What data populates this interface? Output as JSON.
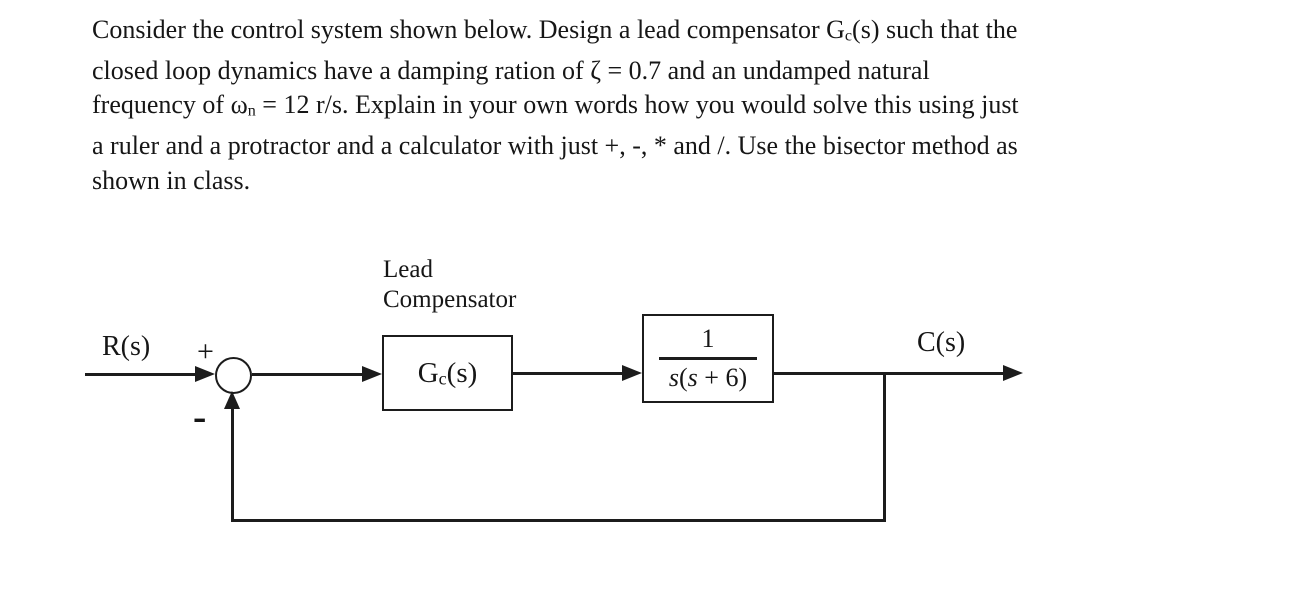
{
  "colors": {
    "ink": "#1c1c1c",
    "paper": "#ffffff"
  },
  "problem": {
    "lines": [
      {
        "segments": [
          {
            "t": "Consider the control system shown below. Design a lead compensator G"
          },
          {
            "t": "c",
            "sub": true
          },
          {
            "t": "(s) such that the"
          }
        ]
      },
      {
        "segments": [
          {
            "t": "closed loop dynamics have a damping ration of ζ = 0.7 and an undamped natural"
          }
        ]
      },
      {
        "segments": [
          {
            "t": "frequency of ω"
          },
          {
            "t": "n",
            "sub": true
          },
          {
            "t": " = 12 r/s. Explain in your own words how you would solve this using just"
          }
        ]
      },
      {
        "segments": [
          {
            "t": "a ruler and a protractor and a calculator with just +, -, * and /. Use the bisector method as"
          }
        ]
      },
      {
        "segments": [
          {
            "t": "shown in class."
          }
        ]
      }
    ]
  },
  "diagram": {
    "input_label": "R(s)",
    "output_label": "C(s)",
    "plus_sign": "+",
    "minus_sign": "-",
    "caption_line1": "Lead",
    "caption_line2": "Compensator",
    "compensator": {
      "segments": [
        {
          "t": "G"
        },
        {
          "t": "c",
          "sub": true
        },
        {
          "t": "(s)"
        }
      ]
    },
    "plant": {
      "numerator": "1",
      "denominator_segments": [
        {
          "t": "s",
          "i": true
        },
        {
          "t": "("
        },
        {
          "t": "s",
          "i": true
        },
        {
          "t": " + 6)"
        }
      ]
    }
  }
}
